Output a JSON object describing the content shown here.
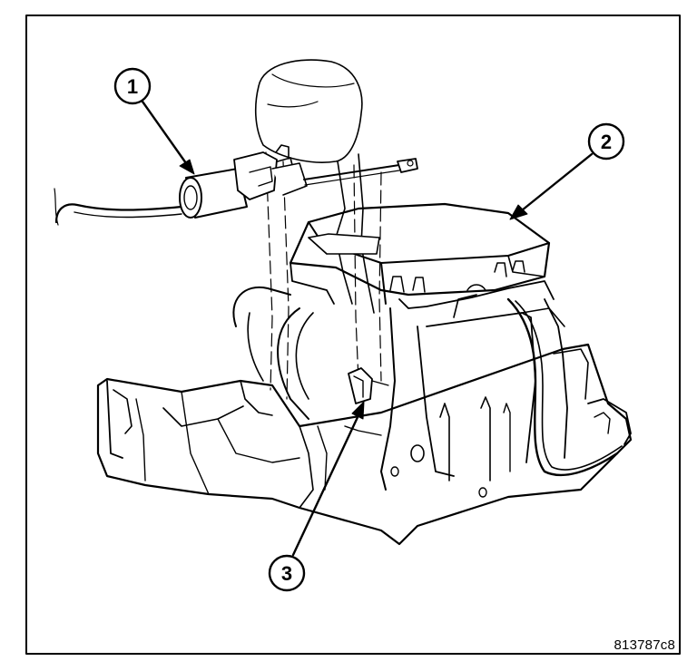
{
  "figure": {
    "id": "813787c8",
    "callouts": [
      {
        "number": "1",
        "target": "interlock-cable-assembly"
      },
      {
        "number": "2",
        "target": "shifter-housing"
      },
      {
        "number": "3",
        "target": "cable-end-connection"
      }
    ]
  }
}
